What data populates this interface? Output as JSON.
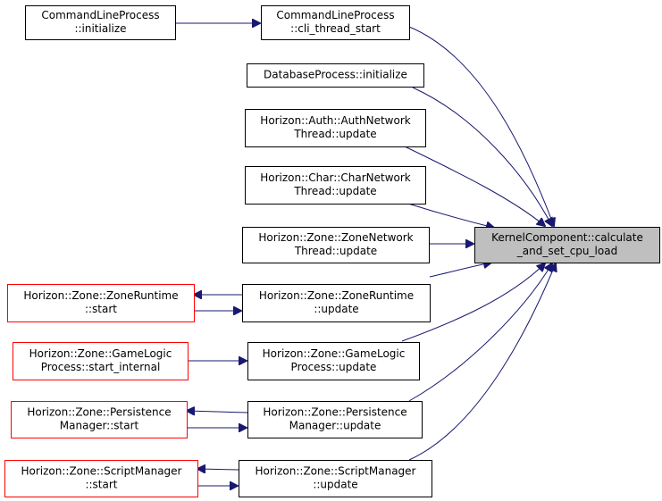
{
  "colors": {
    "edge": "#191970",
    "border_black": "#000000",
    "border_red": "#ff0000",
    "focus_fill": "#bfbfbf",
    "node_fill": "#ffffff"
  },
  "nodes": [
    {
      "id": "n1",
      "lines": [
        "CommandLineProcess",
        "::initialize"
      ],
      "border": "black"
    },
    {
      "id": "n2",
      "lines": [
        "CommandLineProcess",
        "::cli_thread_start"
      ],
      "border": "black"
    },
    {
      "id": "n3",
      "lines": [
        "DatabaseProcess::initialize"
      ],
      "border": "black"
    },
    {
      "id": "n4",
      "lines": [
        "Horizon::Auth::AuthNetwork",
        "Thread::update"
      ],
      "border": "black"
    },
    {
      "id": "n5",
      "lines": [
        "Horizon::Char::CharNetwork",
        "Thread::update"
      ],
      "border": "black"
    },
    {
      "id": "n6",
      "lines": [
        "Horizon::Zone::ZoneNetwork",
        "Thread::update"
      ],
      "border": "black"
    },
    {
      "id": "n7",
      "lines": [
        "KernelComponent::calculate",
        "_and_set_cpu_load"
      ],
      "border": "black",
      "focus": true
    },
    {
      "id": "n8",
      "lines": [
        "Horizon::Zone::ZoneRuntime",
        "::start"
      ],
      "border": "red"
    },
    {
      "id": "n9",
      "lines": [
        "Horizon::Zone::ZoneRuntime",
        "::update"
      ],
      "border": "black"
    },
    {
      "id": "n10",
      "lines": [
        "Horizon::Zone::GameLogic",
        "Process::start_internal"
      ],
      "border": "red"
    },
    {
      "id": "n11",
      "lines": [
        "Horizon::Zone::GameLogic",
        "Process::update"
      ],
      "border": "black"
    },
    {
      "id": "n12",
      "lines": [
        "Horizon::Zone::Persistence",
        "Manager::start"
      ],
      "border": "red"
    },
    {
      "id": "n13",
      "lines": [
        "Horizon::Zone::Persistence",
        "Manager::update"
      ],
      "border": "black"
    },
    {
      "id": "n14",
      "lines": [
        "Horizon::Zone::ScriptManager",
        "::start"
      ],
      "border": "red"
    },
    {
      "id": "n15",
      "lines": [
        "Horizon::Zone::ScriptManager",
        "::update"
      ],
      "border": "black"
    }
  ],
  "edges": [
    {
      "from": "n1",
      "to": "n2"
    },
    {
      "from": "n2",
      "to": "n7"
    },
    {
      "from": "n3",
      "to": "n7"
    },
    {
      "from": "n4",
      "to": "n7"
    },
    {
      "from": "n5",
      "to": "n7"
    },
    {
      "from": "n6",
      "to": "n7"
    },
    {
      "from": "n9",
      "to": "n7"
    },
    {
      "from": "n11",
      "to": "n7"
    },
    {
      "from": "n13",
      "to": "n7"
    },
    {
      "from": "n15",
      "to": "n7"
    },
    {
      "from": "n8",
      "to": "n9"
    },
    {
      "from": "n9",
      "to": "n8"
    },
    {
      "from": "n10",
      "to": "n11"
    },
    {
      "from": "n12",
      "to": "n13"
    },
    {
      "from": "n13",
      "to": "n12"
    },
    {
      "from": "n14",
      "to": "n15"
    },
    {
      "from": "n15",
      "to": "n14"
    }
  ]
}
